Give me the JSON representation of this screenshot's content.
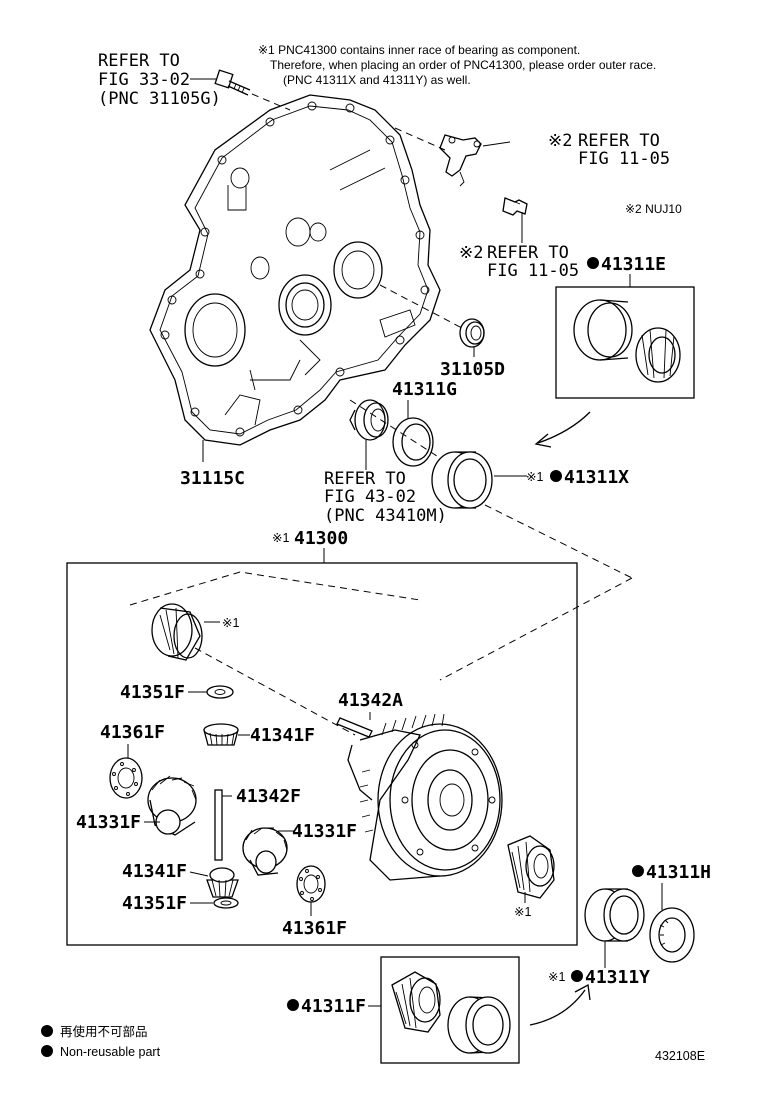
{
  "notes": {
    "line1": "※1 PNC41300 contains inner race of bearing as component.",
    "line2": "Therefore, when placing an order of PNC41300, please order outer race.",
    "line3": "(PNC 41311X and 41311Y) as well.",
    "nuj": "※2  NUJ10"
  },
  "refs": {
    "fig33_l1": "REFER TO",
    "fig33_l2": "FIG 33-02",
    "fig33_l3": "(PNC 31105G)",
    "fig11a_mark": "※2",
    "fig11a_l1": "REFER TO",
    "fig11a_l2": "FIG 11-05",
    "fig11b_mark": "※2",
    "fig11b_l1": "REFER TO",
    "fig11b_l2": "FIG 11-05",
    "fig43_l1": "REFER TO",
    "fig43_l2": "FIG 43-02",
    "fig43_l3": "(PNC 43410M)"
  },
  "parts": {
    "p41311E": "41311E",
    "p31105D": "31105D",
    "p41311G": "41311G",
    "p31115C": "31115C",
    "p41311X": "41311X",
    "p41300": "41300",
    "p41351F_a": "41351F",
    "p41342A": "41342A",
    "p41361F_a": "41361F",
    "p41341F_a": "41341F",
    "p41342F": "41342F",
    "p41331F_a": "41331F",
    "p41331F_b": "41331F",
    "p41341F_b": "41341F",
    "p41351F_b": "41351F",
    "p41361F_b": "41361F",
    "p41311H": "41311H",
    "p41311Y": "41311Y",
    "p41311F": "41311F"
  },
  "marks": {
    "m1": "※1",
    "m1_41300": "※1",
    "m1_bearing_top": "※1",
    "m1_bearing_bot": "※1",
    "m1_41311Y": "※1"
  },
  "legend": {
    "jp": "再使用不可部品",
    "en": "Non-reusable part"
  },
  "diagram_id": "432108E"
}
